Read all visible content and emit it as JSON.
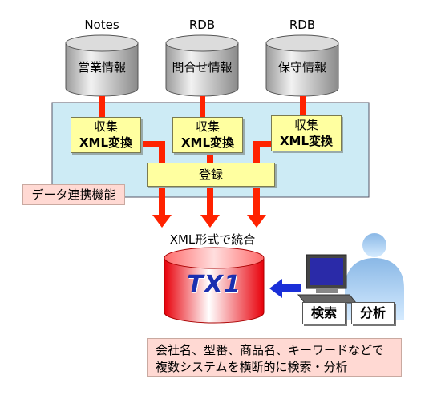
{
  "sources": [
    {
      "type_label": "Notes",
      "db_label": "営業情報"
    },
    {
      "type_label": "RDB",
      "db_label": "問合せ情報"
    },
    {
      "type_label": "RDB",
      "db_label": "保守情報"
    }
  ],
  "collectors": [
    {
      "line1": "収集",
      "line2": "XML変換"
    },
    {
      "line1": "収集",
      "line2": "XML変換"
    },
    {
      "line1": "収集",
      "line2": "XML変換"
    }
  ],
  "register_label": "登録",
  "panel_label": "データ連携機能",
  "integration_label": "XML形式で統合",
  "database_logo": "TX1",
  "search_buttons": {
    "search": "検索",
    "analyze": "分析"
  },
  "description": {
    "line1": "会社名、型番、商品名、キーワードなどで",
    "line2": "複数システムを横断的に検索・分析"
  },
  "colors": {
    "arrow": "#ff2200",
    "panel": "#cdebf5",
    "yellow_box": "#ffffa0",
    "pink_box": "#ffd9d3",
    "db_red": "#e8000a",
    "cylinder_gray": "#c9c9c9",
    "user_silhouette": "#9ec8ee"
  }
}
